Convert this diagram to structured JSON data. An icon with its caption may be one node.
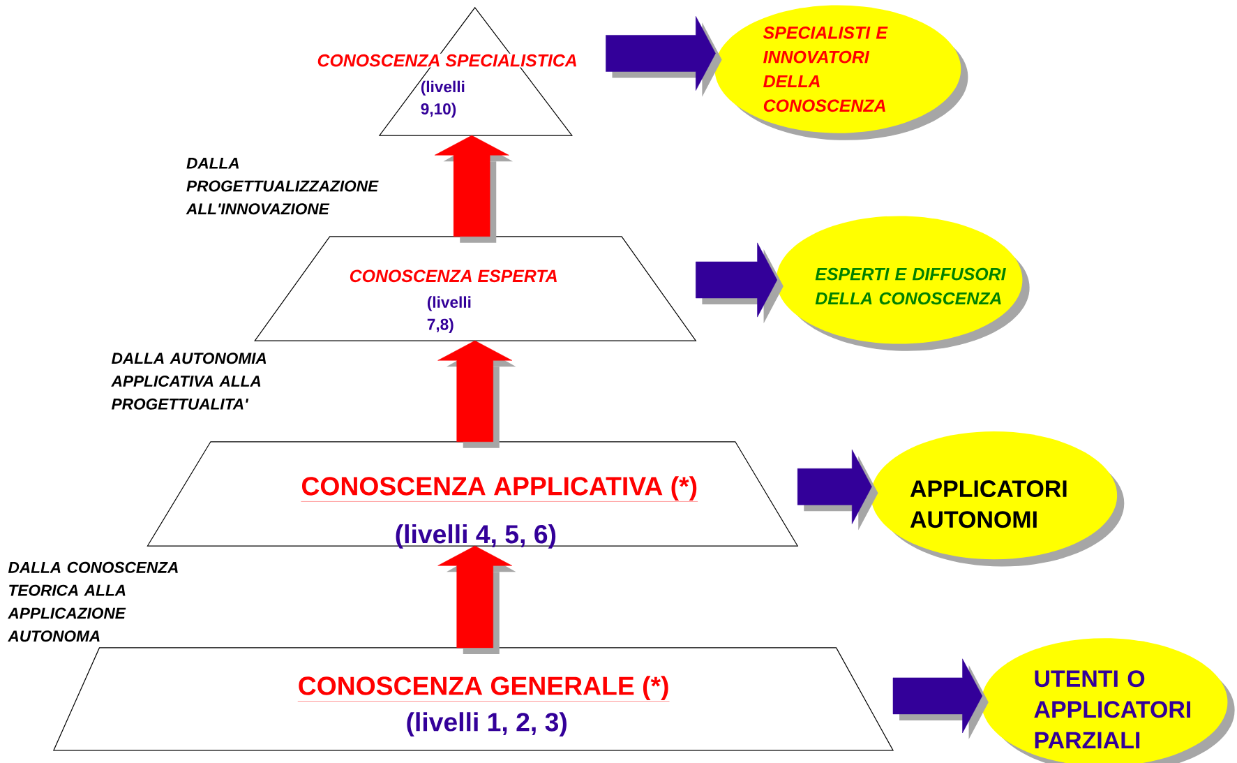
{
  "diagram": {
    "nodes": [
      {
        "text": [
          "CONOSCENZA SPECIALISTICA",
          "(livelli 9,10)"
        ]
      },
      {
        "text": [
          "CONOSCENZA ESPERTA",
          "(livelli 7,8)"
        ]
      },
      {
        "text": [
          "CONOSCENZA APPLICATIVA (*)",
          "(livelli 4, 5, 6)"
        ]
      },
      {
        "text": [
          "CONOSCENZA GENERALE (*)",
          "(livelli 1, 2, 3)"
        ]
      },
      {
        "text": [
          "SPECIALISTI E INNOVATORI DELLA CONOSCENZA"
        ]
      },
      {
        "text": [
          "ESPERTI E DIFFUSORI DELLA CONOSCENZA"
        ]
      },
      {
        "text": [
          "APPLICATORI AUTONOMI"
        ]
      },
      {
        "text": [
          "UTENTI O APPLICATORI PARZIALI"
        ]
      }
    ],
    "edges": [
      {
        "from": 0,
        "to": 4,
        "arrow": "to"
      },
      {
        "from": 1,
        "to": 5,
        "arrow": "to"
      },
      {
        "from": 2,
        "to": 6,
        "arrow": "to"
      },
      {
        "from": 3,
        "to": 7,
        "arrow": "to"
      },
      {
        "from": 3,
        "to": 2,
        "arrow": "to",
        "color": "#ff0000"
      },
      {
        "from": 2,
        "to": 1,
        "arrow": "to",
        "color": "#ff0000"
      },
      {
        "from": 1,
        "to": 0,
        "arrow": "to",
        "color": "#ff0000"
      }
    ],
    "labels": [
      "DALLA PROGETTUALIZZAZIONE ALL'INNOVAZIONE",
      "DALLA AUTONOMIA APPLICATIVA ALLA PROGETTUALITA'",
      "DALLA CONOSCENZA TEORICA ALLA APPLICAZIONE AUTONOMA"
    ]
  }
}
